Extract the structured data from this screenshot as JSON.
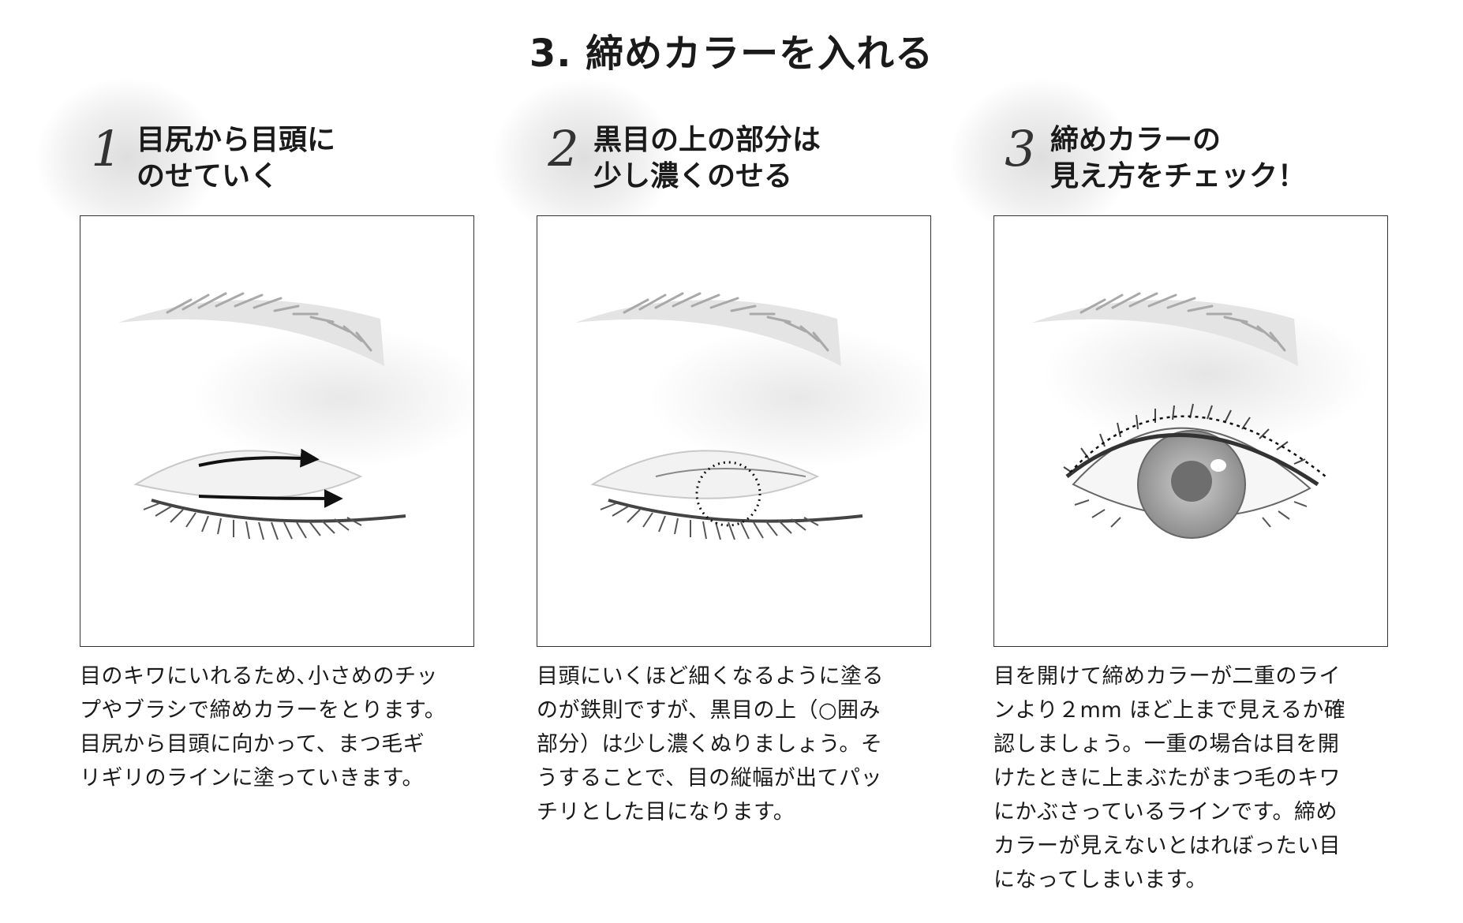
{
  "title": "3. 締めカラーを入れる",
  "steps": [
    {
      "number": "1",
      "heading": [
        "目尻から目頭に",
        "のせていく"
      ],
      "body": [
        "目のキワにいれるため､小さめのチッ",
        "プやブラシで締めカラーをとります。",
        "目尻から目頭に向かって、まつ毛ギ",
        "リギリのラインに塗っていきます。"
      ]
    },
    {
      "number": "2",
      "heading": [
        "黒目の上の部分は",
        "少し濃くのせる"
      ],
      "body": [
        "目頭にいくほど細くなるように塗る",
        "のが鉄則ですが、黒目の上（○囲み",
        "部分）は少し濃くぬりましょう。そ",
        "うすることで、目の縦幅が出てパッ",
        "チリとした目になります。"
      ]
    },
    {
      "number": "3",
      "heading": [
        "締めカラーの",
        "見え方をチェック！"
      ],
      "body": [
        "目を開けて締めカラーが二重のライ",
        "ンより２mm ほど上まで見えるか確",
        "認しましょう。一重の場合は目を開",
        "けたときに上まぶたがまつ毛のキワ",
        "にかぶさっているラインです。締め",
        "カラーが見えないとはれぼったい目",
        "になってしまいます。"
      ]
    }
  ],
  "colors": {
    "text": "#1a1a1a",
    "panel_border": "#333333",
    "brow": "#bdbdbd",
    "lash": "#555555",
    "iris": "#9a9a9a",
    "pupil": "#6e6e6e",
    "arrow": "#111111"
  }
}
